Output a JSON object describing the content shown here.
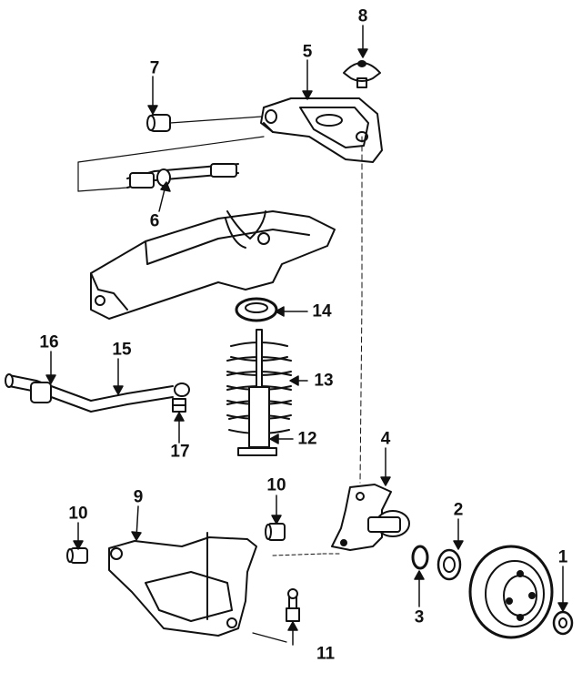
{
  "diagram": {
    "callouts": {
      "c1": "1",
      "c2": "2",
      "c3": "3",
      "c4": "4",
      "c5": "5",
      "c6": "6",
      "c7": "7",
      "c8": "8",
      "c9": "9",
      "c10a": "10",
      "c10b": "10",
      "c11": "11",
      "c12": "12",
      "c13": "13",
      "c14": "14",
      "c15": "15",
      "c16": "16",
      "c17": "17"
    }
  }
}
